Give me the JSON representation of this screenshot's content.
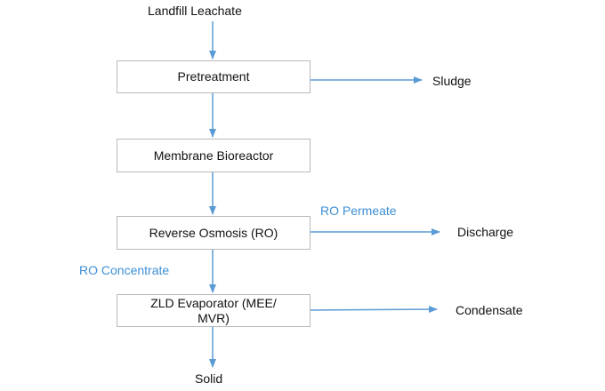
{
  "colors": {
    "arrow": "#5b9bd5",
    "flow_label": "#3e8fd4",
    "box_border": "#b9b9b9"
  },
  "input": "Landfill Leachate",
  "steps": {
    "pretreatment": "Pretreatment",
    "mbr": "Membrane Bioreactor",
    "ro": "Reverse Osmosis (RO)",
    "zld_line1": "ZLD Evaporator (MEE/",
    "zld_line2": "MVR)"
  },
  "outputs": {
    "sludge": "Sludge",
    "discharge": "Discharge",
    "condensate": "Condensate",
    "solid": "Solid"
  },
  "flow_labels": {
    "ro_permeate": "RO Permeate",
    "ro_concentrate": "RO Concentrate"
  }
}
